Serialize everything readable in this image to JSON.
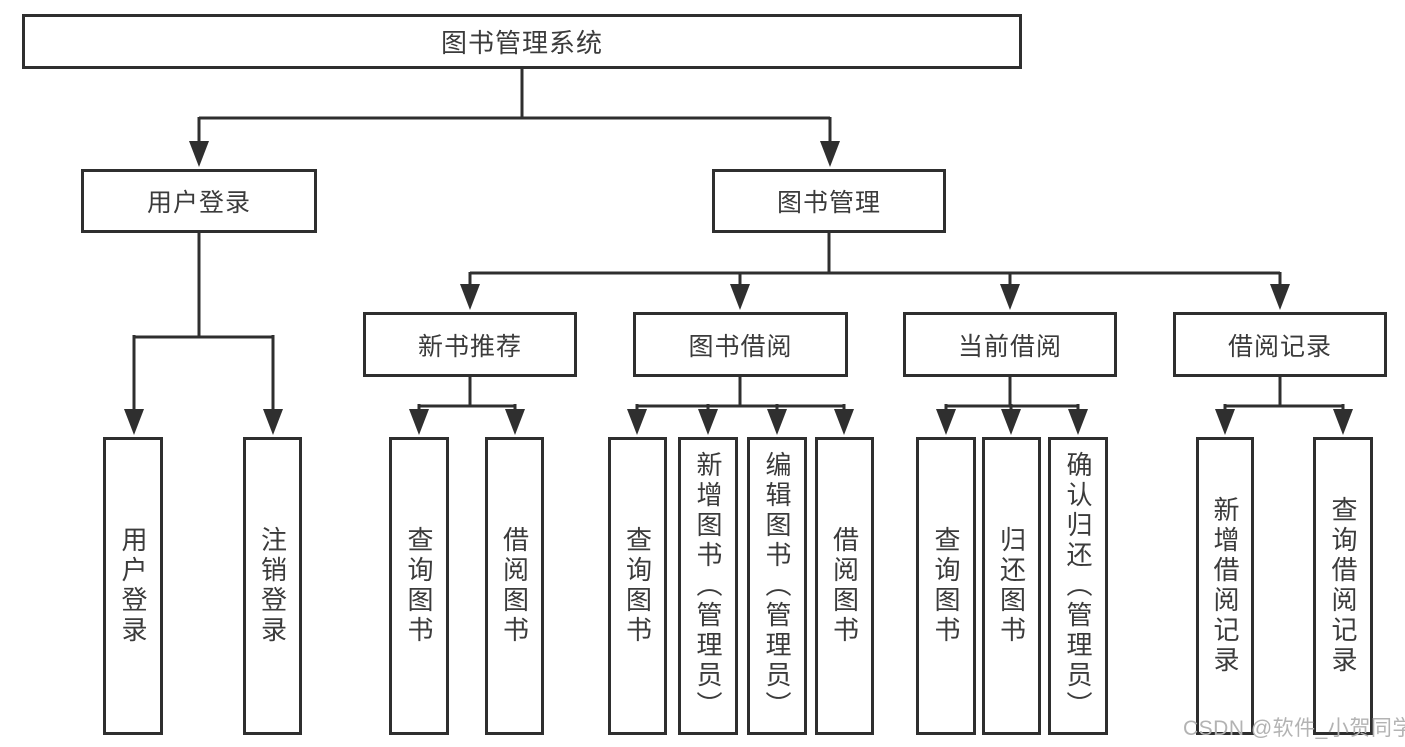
{
  "root": {
    "label": "图书管理系统"
  },
  "branches": [
    {
      "label": "用户登录",
      "children": [
        "用户登录",
        "注销登录"
      ]
    },
    {
      "label": "图书管理"
    }
  ],
  "modules": [
    {
      "label": "新书推荐",
      "children": [
        "查询图书",
        "借阅图书"
      ]
    },
    {
      "label": "图书借阅",
      "children": [
        "查询图书",
        "新增图书（管理员）",
        "编辑图书（管理员）",
        "借阅图书"
      ]
    },
    {
      "label": "当前借阅",
      "children": [
        "查询图书",
        "归还图书",
        "确认归还（管理员）"
      ]
    },
    {
      "label": "借阅记录",
      "children": [
        "新增借阅记录",
        "查询借阅记录"
      ]
    }
  ],
  "watermark": "CSDN @软件_小贺同学",
  "colors": {
    "line": "#2f2f2f",
    "text": "#3b3b3b",
    "watermark": "#b3b3b3",
    "background": "#ffffff"
  }
}
